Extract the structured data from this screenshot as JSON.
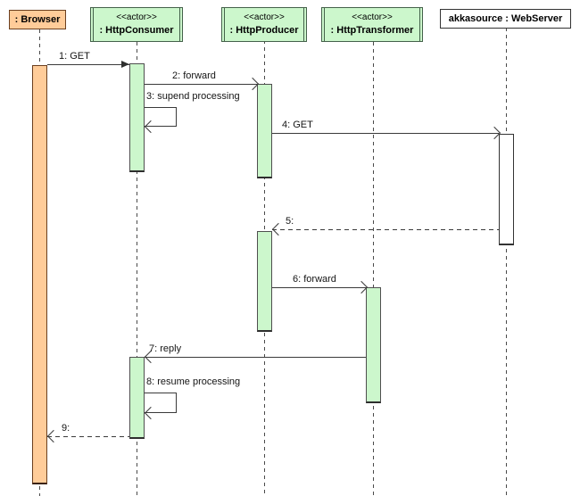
{
  "diagram_type": "uml-sequence-diagram",
  "colors": {
    "actor_fill": "#ccf7cc",
    "actor_border": "#44614a",
    "browser_fill": "#ffcc99",
    "browser_border": "#6b3f1f",
    "webserver_fill": "#ffffff",
    "line": "#3a3a3a",
    "background": "#ffffff"
  },
  "participants": [
    {
      "id": "browser",
      "name": ": Browser"
    },
    {
      "id": "consumer",
      "stereotype": "<<actor>>",
      "name": ": HttpConsumer"
    },
    {
      "id": "producer",
      "stereotype": "<<actor>>",
      "name": ": HttpProducer"
    },
    {
      "id": "transformer",
      "stereotype": "<<actor>>",
      "name": ": HttpTransformer"
    },
    {
      "id": "webserver",
      "name": "akkasource : WebServer"
    }
  ],
  "messages": [
    {
      "label": "1: GET",
      "from": "browser",
      "to": "consumer",
      "line": "solid",
      "arrow": "filled"
    },
    {
      "label": "2: forward",
      "from": "consumer",
      "to": "producer",
      "line": "solid",
      "arrow": "open"
    },
    {
      "label": "3: supend processing",
      "from": "consumer",
      "to": "consumer",
      "line": "solid",
      "arrow": "open"
    },
    {
      "label": "4: GET",
      "from": "producer",
      "to": "webserver",
      "line": "solid",
      "arrow": "open"
    },
    {
      "label": "5:",
      "from": "webserver",
      "to": "producer",
      "line": "dashed",
      "arrow": "open"
    },
    {
      "label": "6: forward",
      "from": "producer",
      "to": "transformer",
      "line": "solid",
      "arrow": "open"
    },
    {
      "label": "7: reply",
      "from": "transformer",
      "to": "consumer",
      "line": "solid",
      "arrow": "open"
    },
    {
      "label": "8: resume processing",
      "from": "consumer",
      "to": "consumer",
      "line": "solid",
      "arrow": "open"
    },
    {
      "label": "9:",
      "from": "consumer",
      "to": "browser",
      "line": "dashed",
      "arrow": "open"
    }
  ]
}
